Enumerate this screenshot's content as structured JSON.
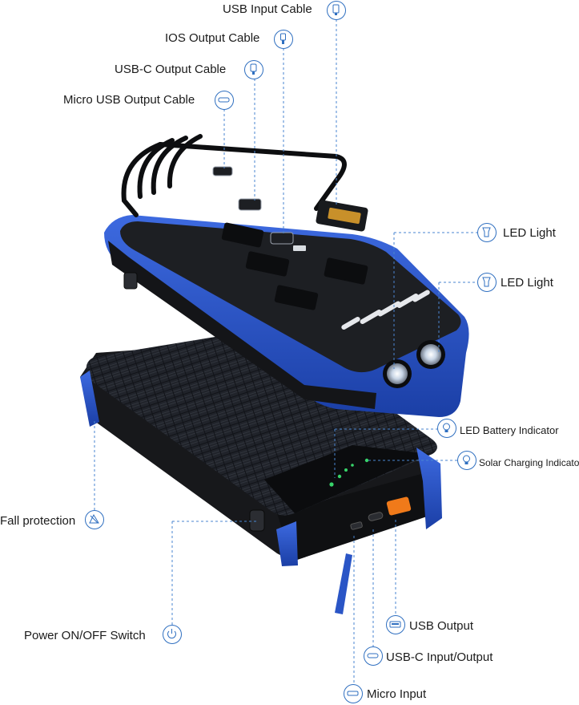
{
  "labels": {
    "usb_input_cable": "USB Input Cable",
    "ios_output_cable": "IOS Output Cable",
    "usbc_output_cable": "USB-C Output Cable",
    "micro_usb_output_cable": "Micro USB Output Cable",
    "led_light_1": "LED Light",
    "led_light_2": "LED Light",
    "led_battery_indicator": "LED Battery Indicator",
    "solar_charging_indicator": "Solar Charging Indicator",
    "fall_protection": "Fall protection",
    "power_switch": "Power ON/OFF Switch",
    "usb_output": "USB Output",
    "usbc_input_output": "USB-C Input/Output",
    "micro_input": "Micro Input"
  },
  "icons": {
    "usb_input_cable": "usb-a-icon",
    "ios_output_cable": "lightning-icon",
    "usbc_output_cable": "usb-c-icon",
    "micro_usb_output_cable": "micro-usb-icon",
    "led_light": "flashlight-icon",
    "led_battery_indicator": "light-bulb-icon",
    "solar_charging_indicator": "light-bulb-icon",
    "fall_protection": "shockproof-icon",
    "power_switch": "power-icon",
    "usb_output": "usb-port-icon",
    "usbc_input_output": "usb-c-port-icon",
    "micro_input": "micro-port-icon"
  },
  "colors": {
    "accent_blue": "#2a55c6",
    "leader_line": "#4a86d0",
    "body_black": "#1c1d20",
    "port_orange": "#f07a1a",
    "indicator_green": "#38d46a"
  }
}
